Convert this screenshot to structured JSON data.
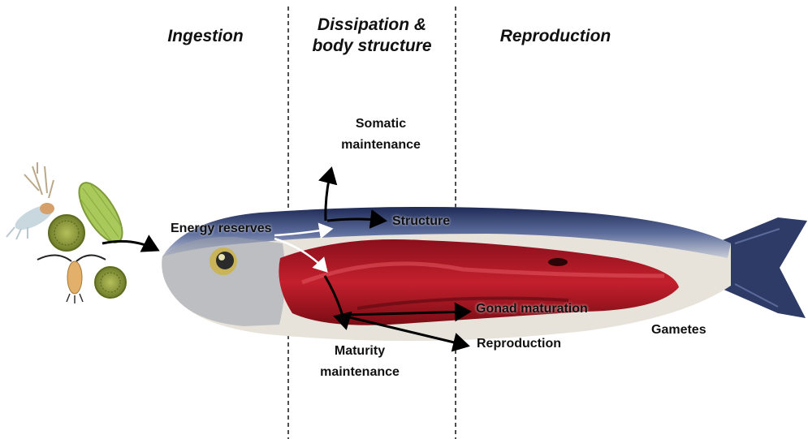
{
  "headers": {
    "ingestion": "Ingestion",
    "dissipation_line1": "Dissipation &",
    "dissipation_line2": "body structure",
    "reproduction": "Reproduction"
  },
  "labels": {
    "somatic_line1": "Somatic",
    "somatic_line2": "maintenance",
    "energy_reserves": "Energy reserves",
    "structure": "Structure",
    "gonad_maturation": "Gonad maturation",
    "gametes": "Gametes",
    "reproduction": "Reproduction",
    "maturity_line1": "Maturity",
    "maturity_line2": "maintenance"
  },
  "icons": [
    "zooplankton-copepod-icon",
    "diatom-icon",
    "phytoplankton-cell-icon",
    "nauplius-larva-icon",
    "sardine-fish-icon"
  ],
  "colors": {
    "arrow": "#000000",
    "reserve_arrow": "#ffffff",
    "fish_back": "#3b4a7a",
    "fish_flesh": "#b01825",
    "fish_belly": "#e8e4dc",
    "plankton_green": "#8a9a3a",
    "plankton_leaf": "#a9c95a"
  }
}
